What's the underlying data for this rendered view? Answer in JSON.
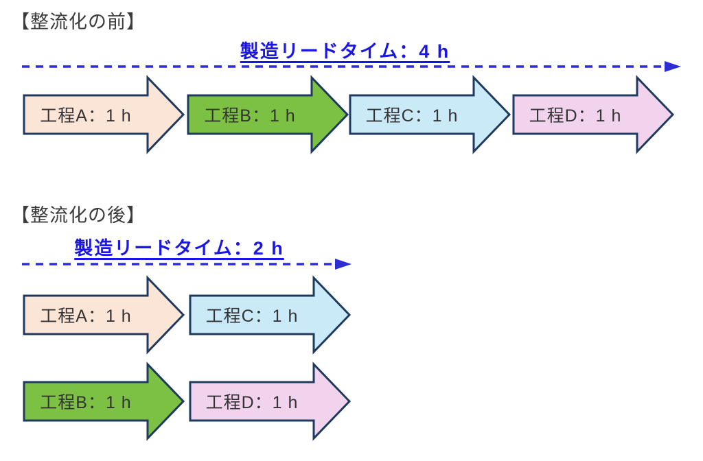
{
  "colors": {
    "accent_blue": "#1a16e6",
    "dash_blue": "#2d2dd6",
    "border": "#1f3a5f",
    "title_text": "#3c3c3c",
    "label_text": "#333333"
  },
  "before": {
    "title": "【整流化の前】",
    "lead_time": "製造リードタイム：4 h",
    "steps": [
      {
        "label": "工程A：1 h",
        "fill": "#fbe5d6"
      },
      {
        "label": "工程B：1 h",
        "fill": "#7cc143"
      },
      {
        "label": "工程C：1 h",
        "fill": "#cbeaf8"
      },
      {
        "label": "工程D：1 h",
        "fill": "#f1d3ee"
      }
    ]
  },
  "after": {
    "title": "【整流化の後】",
    "lead_time": "製造リードタイム：2 h",
    "rows": [
      {
        "steps": [
          {
            "label": "工程A：1 h",
            "fill": "#fbe5d6"
          },
          {
            "label": "工程C：1 h",
            "fill": "#cbeaf8"
          }
        ]
      },
      {
        "steps": [
          {
            "label": "工程B：1 h",
            "fill": "#7cc143"
          },
          {
            "label": "工程D：1 h",
            "fill": "#f1d3ee"
          }
        ]
      }
    ]
  }
}
